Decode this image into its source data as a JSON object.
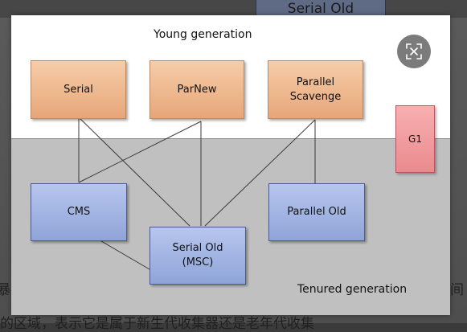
{
  "background": {
    "diagram_peek_label": "Serial Old",
    "left_text": "暴",
    "right_text": "间",
    "bottom_text": "的区域，表示它是属于新生代收集器还是老年代收集"
  },
  "diagram": {
    "young_label": "Young generation",
    "tenured_label": "Tenured generation",
    "collectors": {
      "serial": "Serial",
      "parnew": "ParNew",
      "parallel_scavenge": "Parallel\nScavenge",
      "cms": "CMS",
      "serial_old": "Serial Old\n(MSC)",
      "parallel_old": "Parallel Old",
      "g1": "G1"
    },
    "connections": [
      [
        "Serial",
        "CMS"
      ],
      [
        "Serial",
        "Serial Old (MSC)"
      ],
      [
        "ParNew",
        "CMS"
      ],
      [
        "ParNew",
        "Serial Old (MSC)"
      ],
      [
        "Parallel Scavenge",
        "Serial Old (MSC)"
      ],
      [
        "Parallel Scavenge",
        "Parallel Old"
      ],
      [
        "CMS",
        "Serial Old (MSC)"
      ]
    ],
    "colors": {
      "young_bg": "#ffffff",
      "tenured_bg": "#c0c0c0",
      "young_collector": "#eeb58c",
      "old_collector": "#a3b4e2",
      "g1": "#f09ca0"
    }
  },
  "close_button": {
    "icon": "exit-fullscreen-icon"
  }
}
